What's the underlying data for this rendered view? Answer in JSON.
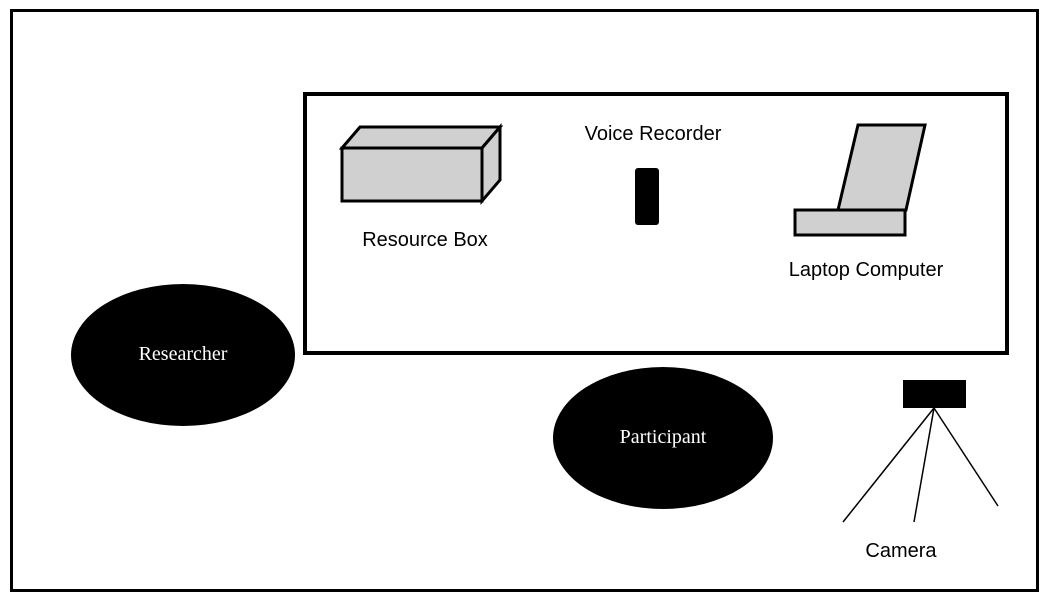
{
  "labels": {
    "resource_box": "Resource Box",
    "voice_recorder": "Voice Recorder",
    "laptop": "Laptop Computer",
    "researcher": "Researcher",
    "participant": "Participant",
    "camera": "Camera"
  },
  "colors": {
    "stroke": "#000000",
    "fill_gray": "#d0d0d0",
    "background": "#ffffff",
    "ellipse_text": "#ffffff"
  },
  "icons": [
    "resource-box-icon",
    "voice-recorder-icon",
    "laptop-icon",
    "camera-icon"
  ]
}
